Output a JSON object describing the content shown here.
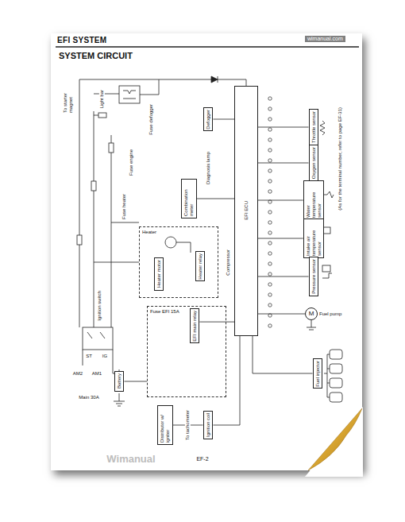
{
  "diagram": {
    "title": "SYSTEM CIRCUIT",
    "nodes": [
      {
        "text": [
          "EFI ECU"
        ]
      },
      {
        "text": [
          "Throttle sensor"
        ]
      },
      {
        "text": [
          "Oxygen sensor"
        ]
      },
      {
        "text": [
          "Water temperature sensor"
        ]
      },
      {
        "text": [
          "Intake air temperature sensor"
        ]
      },
      {
        "text": [
          "Pressure sensor"
        ]
      },
      {
        "text": [
          "M",
          "Fuel pump"
        ]
      },
      {
        "text": [
          "Fuel injector"
        ]
      },
      {
        "text": [
          "Battery"
        ]
      },
      {
        "text": [
          "Distributor w/ igniter"
        ]
      },
      {
        "text": [
          "Ignition coil"
        ]
      },
      {
        "text": [
          "Combination meter"
        ]
      },
      {
        "text": [
          "Heater"
        ]
      },
      {
        "text": [
          "Heater motor"
        ],
        "in": 12
      },
      {
        "text": [
          "Heater relay"
        ],
        "in": 12
      },
      {
        "text": [
          "Fuse EFI 15A"
        ]
      },
      {
        "text": [
          "EFI main relay"
        ],
        "in": 15
      },
      {
        "text": [
          "Defogger"
        ]
      }
    ],
    "edges": [
      {
        "from": 1,
        "to": 0,
        "arrow": "none"
      },
      {
        "from": 2,
        "to": 0,
        "arrow": "none"
      },
      {
        "from": 3,
        "to": 0,
        "arrow": "none"
      },
      {
        "from": 4,
        "to": 0,
        "arrow": "none"
      },
      {
        "from": 5,
        "to": 0,
        "arrow": "none"
      },
      {
        "from": 0,
        "to": 6,
        "arrow": "none"
      },
      {
        "from": 0,
        "to": 7,
        "arrow": "none"
      },
      {
        "from": 11,
        "to": 0,
        "arrow": "none"
      },
      {
        "from": 17,
        "to": 0,
        "arrow": "none"
      },
      {
        "from": 8,
        "to": 15,
        "arrow": "none"
      },
      {
        "from": 16,
        "to": 0,
        "arrow": "none"
      },
      {
        "from": 9,
        "to": 10,
        "arrow": "none"
      },
      {
        "from": 10,
        "to": 0,
        "arrow": "none"
      }
    ],
    "labels": [
      "EFI SYSTEM",
      "wimanual.com",
      "(As for the terminal number, refer to page EF-31)",
      "To starter magnet",
      "Light bar",
      "Fuse defogger",
      "Fuse engine",
      "Fuse heater",
      "Diagnosis lamp",
      "Compressor",
      "Ignition switch",
      "AM2",
      "AM1",
      "ST",
      "IG",
      "Main 30A",
      "To tachometer",
      "EF-2",
      "Wimanual"
    ]
  }
}
